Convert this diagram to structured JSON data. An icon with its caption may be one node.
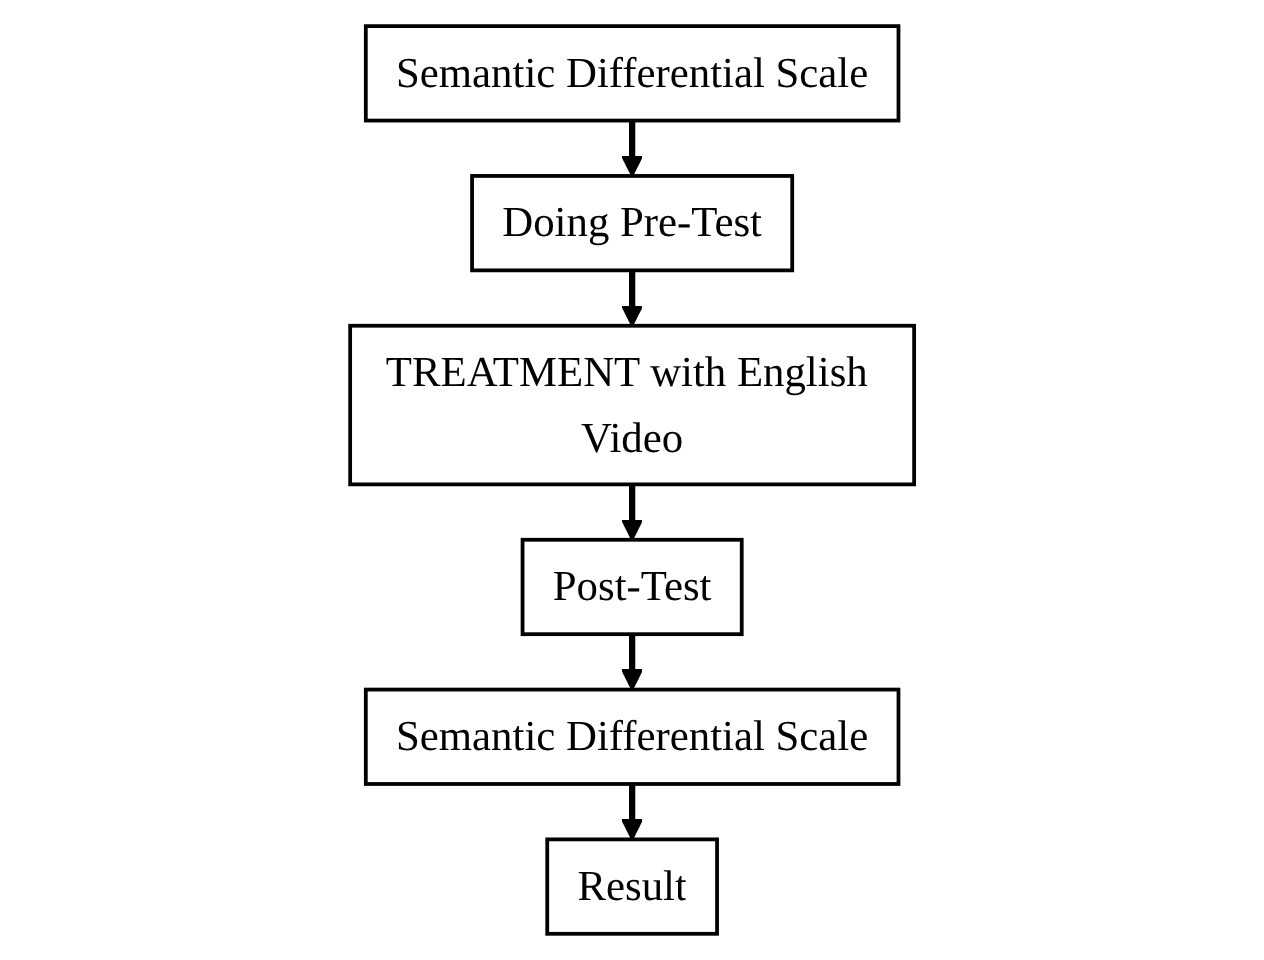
{
  "diagram": {
    "nodes": [
      {
        "text": [
          "Semantic Differential Scale"
        ]
      },
      {
        "text": [
          "Doing Pre-Test"
        ]
      },
      {
        "text": [
          "TREATMENT with English Video"
        ]
      },
      {
        "text": [
          "Post-Test"
        ]
      },
      {
        "text": [
          "Semantic Differential Scale"
        ]
      },
      {
        "text": [
          "Result"
        ]
      }
    ],
    "edges": [
      {
        "from": 0,
        "to": 1,
        "arrow": "to"
      },
      {
        "from": 1,
        "to": 2,
        "arrow": "to"
      },
      {
        "from": 2,
        "to": 3,
        "arrow": "to"
      },
      {
        "from": 3,
        "to": 4,
        "arrow": "to"
      },
      {
        "from": 4,
        "to": 5,
        "arrow": "to"
      }
    ]
  }
}
